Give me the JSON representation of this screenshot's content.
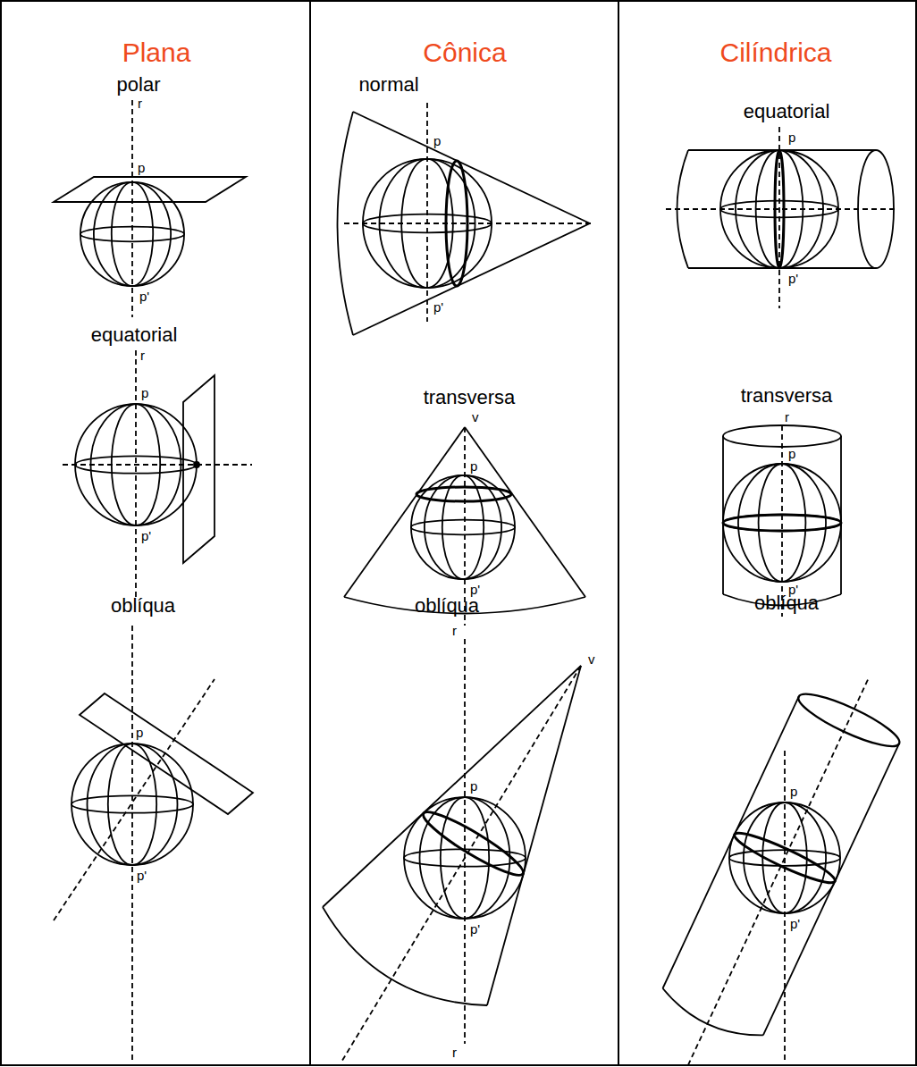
{
  "diagram": {
    "nodes": [
      {
        "text": [
          "Plana",
          "polar",
          "equatorial",
          "oblíqua"
        ]
      },
      {
        "text": [
          "Cônica",
          "normal",
          "transversa",
          "oblíqua"
        ]
      },
      {
        "text": [
          "Cilíndrica",
          "equatorial",
          "transversa",
          "oblíqua"
        ]
      }
    ],
    "labels": [
      "r",
      "p",
      "p'",
      "r",
      "p",
      "p'",
      "p",
      "p'",
      "p",
      "p'",
      "v",
      "p",
      "p'",
      "v",
      "r",
      "p",
      "p'",
      "r",
      "p",
      "p'",
      "r",
      "p",
      "p'",
      "p",
      "p'"
    ]
  }
}
